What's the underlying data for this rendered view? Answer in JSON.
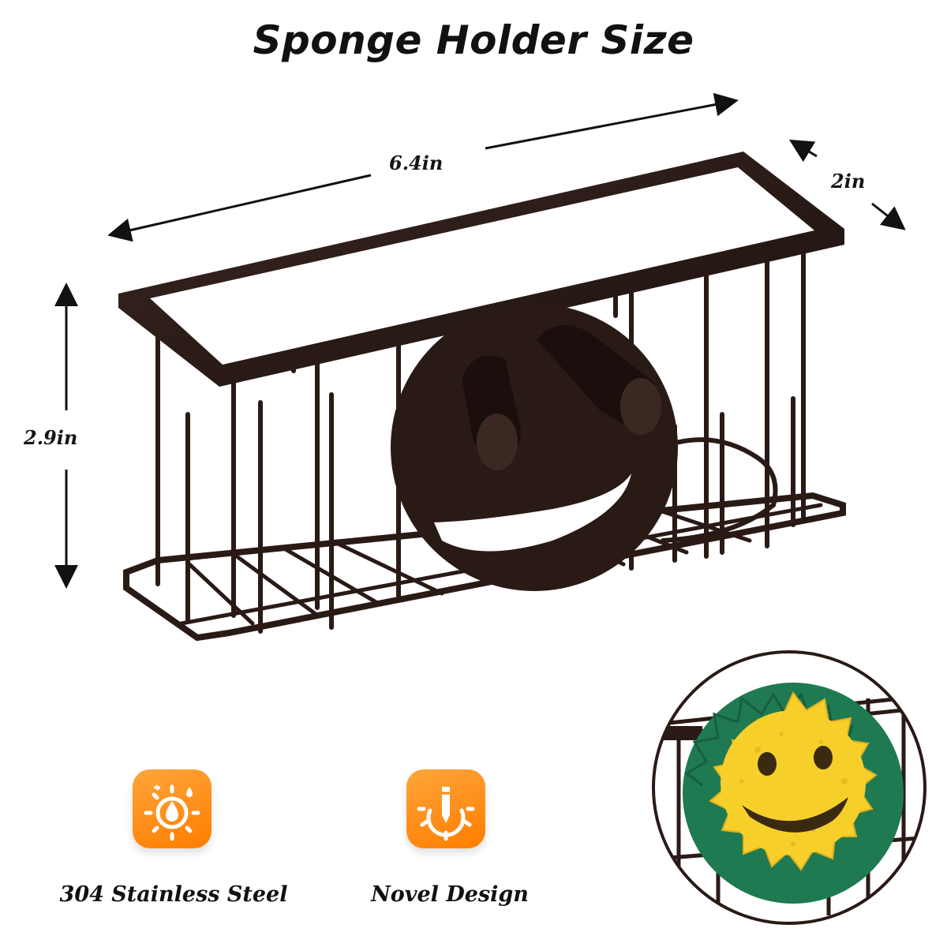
{
  "title": "Sponge Holder Size",
  "dimensions": {
    "length": "6.4in",
    "depth": "2in",
    "height": "2.9in"
  },
  "features": [
    {
      "icon": "water-drop-gear-icon",
      "label": "304 Stainless Steel"
    },
    {
      "icon": "pen-gear-icon",
      "label": "Novel Design"
    }
  ],
  "colors": {
    "metal": "#2a1a16",
    "icon_orange": "#ff8a10",
    "sponge_yellow": "#f7cf2a",
    "sponge_green": "#1f7a52"
  },
  "illustrations": {
    "product": "sponge-holder-basket",
    "inset": "sponge-in-holder-closeup"
  }
}
